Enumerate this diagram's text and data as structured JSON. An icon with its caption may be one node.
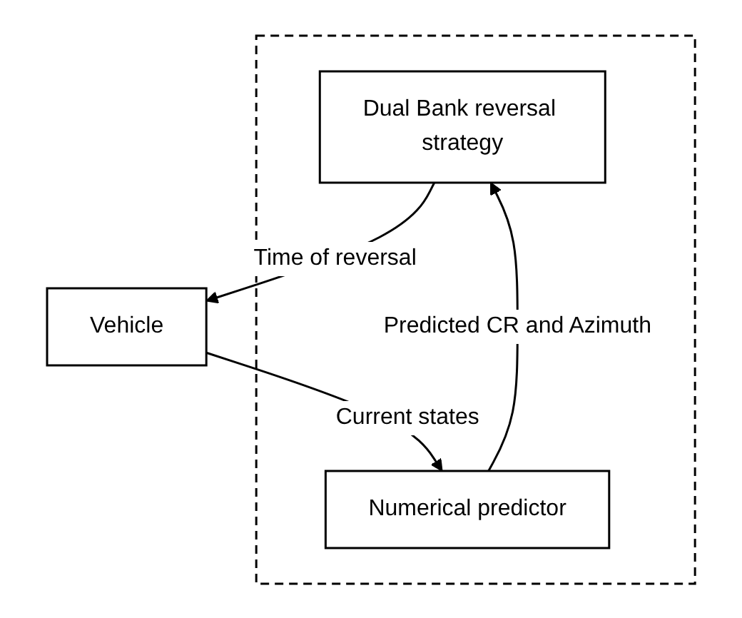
{
  "diagram": {
    "nodes": [
      {
        "text": [],
        "shape": "box"
      },
      {
        "text": [
          "Dual Bank reversal strategy"
        ],
        "in": 0
      },
      {
        "text": [
          "Vehicle"
        ]
      },
      {
        "text": [
          "Numerical predictor"
        ],
        "in": 0
      }
    ],
    "edges": [
      {
        "from": 1,
        "to": 2,
        "arrow": "to",
        "label": "Time of reversal"
      },
      {
        "from": 2,
        "to": 3,
        "arrow": "to",
        "label": "Current states"
      },
      {
        "from": 3,
        "to": 1,
        "arrow": "to",
        "label": "Predicted CR and Azimuth"
      }
    ]
  }
}
